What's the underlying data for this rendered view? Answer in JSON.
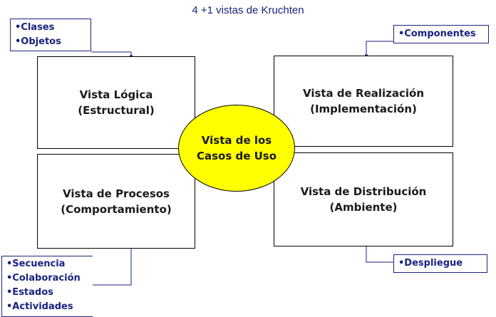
{
  "title": "4 +1 vistas de Kruchten",
  "views": {
    "logica": {
      "line1": "Vista Lógica",
      "line2": "(Estructural)"
    },
    "realizacion": {
      "line1": "Vista de Realización",
      "line2": "(Implementación)"
    },
    "procesos": {
      "line1": "Vista de Procesos",
      "line2": "(Comportamiento)"
    },
    "distribucion": {
      "line1": "Vista de Distribución",
      "line2": "(Ambiente)"
    }
  },
  "center": {
    "line1": "Vista de los",
    "line2": "Casos de Uso"
  },
  "tags": {
    "logica": [
      "•Clases",
      "•Objetos"
    ],
    "realizacion": [
      "•Componentes"
    ],
    "procesos": [
      "•Secuencia",
      "•Colaboración",
      "•Estados",
      "•Actividades"
    ],
    "distribucion": [
      "•Despliegue"
    ]
  },
  "colors": {
    "center_fill": "#ffff00",
    "tag_text": "#1a237e",
    "connector": "#1a237e"
  }
}
